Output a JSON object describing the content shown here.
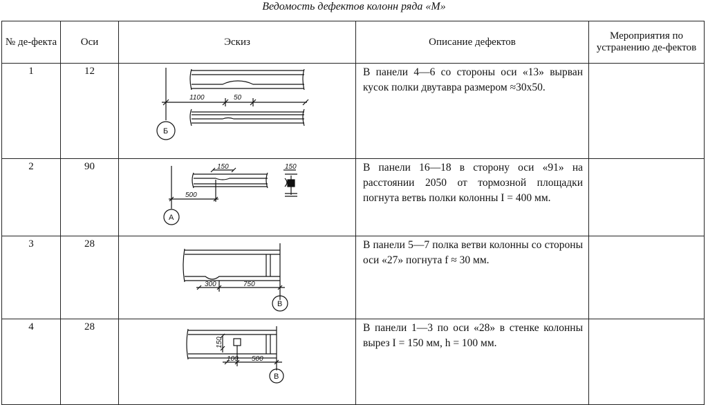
{
  "title": "Ведомость дефектов колонн ряда «М»",
  "headers": {
    "num": "№ де-фекта",
    "axes": "Оси",
    "sketch": "Эскиз",
    "description": "Описание дефектов",
    "measures": "Мероприятия по устранению де-фектов"
  },
  "rows": [
    {
      "num": "1",
      "axis": "12",
      "description": "В панели 4—6 со стороны оси «13» вырван кусок полки двутавра размером ≈30x50.",
      "sketch": {
        "dim1": "1100",
        "dim2": "50",
        "axis_label": "Б"
      }
    },
    {
      "num": "2",
      "axis": "90",
      "description": "В панели 16—18 в сторону оси «91» на расстоянии 2050 от тормозной площадки погнута ветвь полки колонны I = 400 мм.",
      "sketch": {
        "dim1": "150",
        "dim2": "500",
        "dim3": "150",
        "axis_label": "А"
      }
    },
    {
      "num": "3",
      "axis": "28",
      "description": "В панели 5—7 полка ветви колонны со стороны оси «27» погнута f ≈ 30 мм.",
      "sketch": {
        "dim1": "300",
        "dim2": "750",
        "axis_label": "В"
      }
    },
    {
      "num": "4",
      "axis": "28",
      "description": "В панели 1—3 по оси «28» в стенке колонны вырез I = 150 мм, h = 100 мм.",
      "sketch": {
        "dim1": "150",
        "dim2": "100",
        "dim3": "500",
        "axis_label": "В"
      }
    }
  ]
}
